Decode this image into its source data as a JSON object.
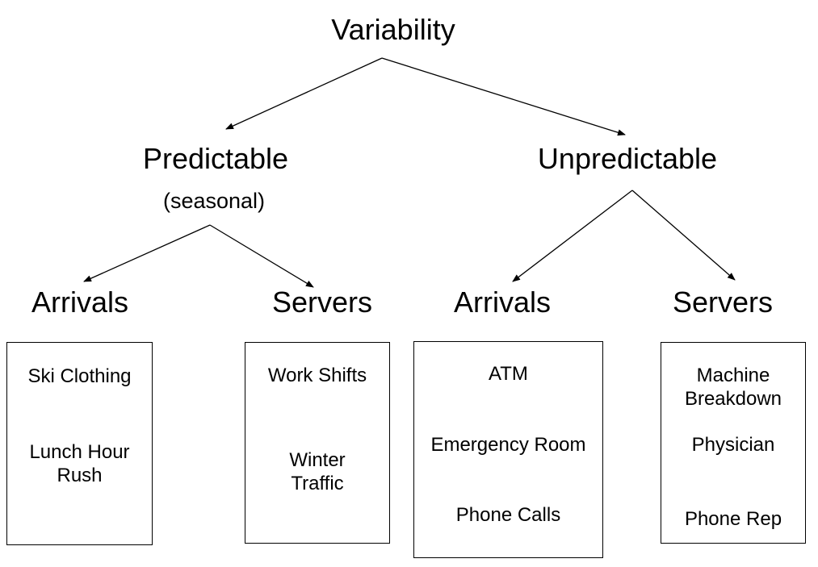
{
  "page": {
    "background_color": "#ffffff",
    "line_color": "#000000",
    "text_color": "#000000"
  },
  "diagram": {
    "title": "Variability",
    "branches": [
      {
        "label": "Predictable",
        "sublabel": "(seasonal)",
        "children": [
          {
            "label": "Arrivals",
            "examples": [
              "Ski Clothing",
              "Lunch Hour\nRush"
            ]
          },
          {
            "label": "Servers",
            "examples": [
              "Work Shifts",
              "Winter\nTraffic"
            ]
          }
        ]
      },
      {
        "label": "Unpredictable",
        "children": [
          {
            "label": "Arrivals",
            "examples": [
              "ATM",
              "Emergency Room",
              "Phone Calls"
            ]
          },
          {
            "label": "Servers",
            "examples": [
              "Machine\nBreakdown",
              "Physician",
              "Phone Rep"
            ]
          }
        ]
      }
    ]
  }
}
